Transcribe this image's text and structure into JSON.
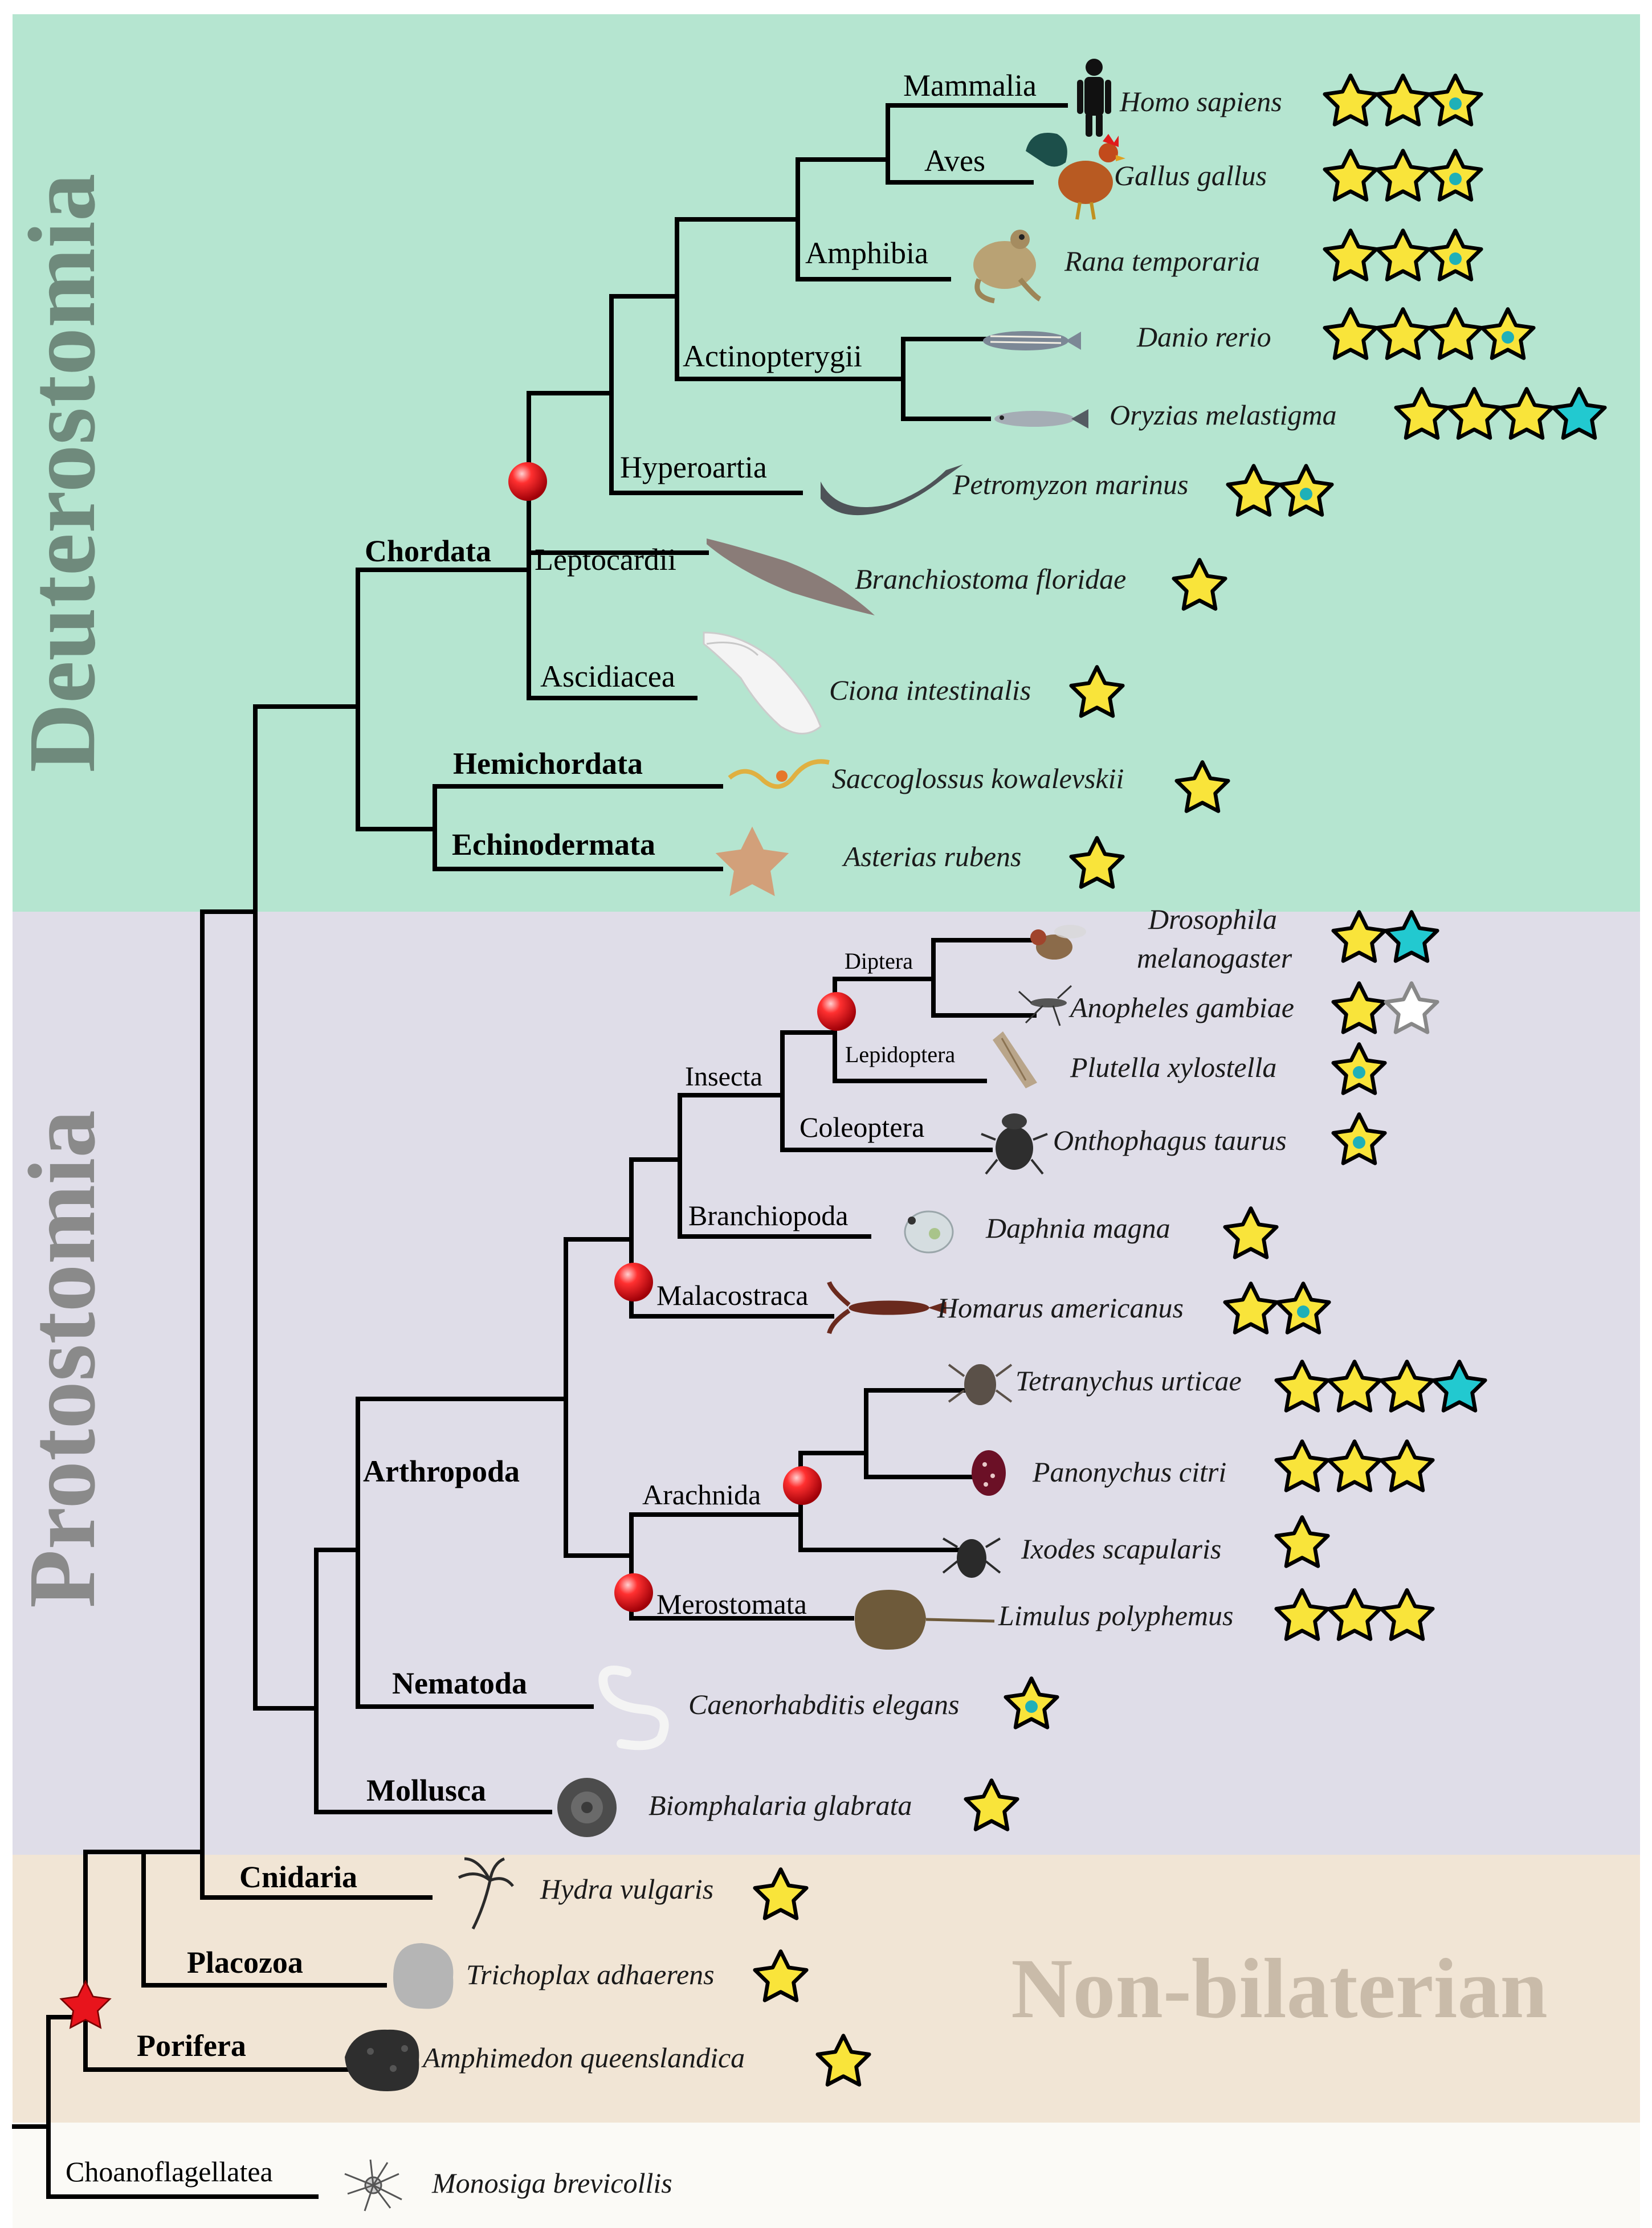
{
  "sections": {
    "deuterostomia": {
      "label": "Deuterostomia",
      "bg": "#b5e5d0",
      "text_color": "#6f8a7c"
    },
    "protostomia": {
      "label": "Protostomia",
      "bg": "#dfdde8",
      "text_color": "#8a8a8a"
    },
    "nonbilaterian": {
      "label": "Non-bilaterian",
      "bg": "#f1e5d5",
      "text_color": "#c9bba9"
    },
    "outgroup": {
      "bg": "#fbfaf6"
    }
  },
  "colors": {
    "branch": "#000000",
    "star_yellow": "#f9e43a",
    "star_cyan": "#22c9d0",
    "star_dot": "#1fb0b8",
    "star_outline": "#888888",
    "node_red": "#e8141c",
    "root_star": "#e8141c"
  },
  "clades": {
    "mammalia": "Mammalia",
    "aves": "Aves",
    "amphibia": "Amphibia",
    "actinopterygii": "Actinopterygii",
    "hyperoartia": "Hyperoartia",
    "chordata": "Chordata",
    "leptocardii": "Leptocardii",
    "ascidiacea": "Ascidiacea",
    "hemichordata": "Hemichordata",
    "echinodermata": "Echinodermata",
    "diptera": "Diptera",
    "lepidoptera": "Lepidoptera",
    "insecta": "Insecta",
    "coleoptera": "Coleoptera",
    "branchiopoda": "Branchiopoda",
    "malacostraca": "Malacostraca",
    "arthropoda": "Arthropoda",
    "arachnida": "Arachnida",
    "merostomata": "Merostomata",
    "nematoda": "Nematoda",
    "mollusca": "Mollusca",
    "cnidaria": "Cnidaria",
    "placozoa": "Placozoa",
    "porifera": "Porifera",
    "choanoflagellatea": "Choanoflagellatea"
  },
  "species": [
    {
      "name": "Homo sapiens",
      "icon": "human-silhouette-icon",
      "stars": [
        "y",
        "y",
        "d"
      ]
    },
    {
      "name": "Gallus gallus",
      "icon": "rooster-icon",
      "stars": [
        "y",
        "y",
        "d"
      ]
    },
    {
      "name": "Rana temporaria",
      "icon": "frog-icon",
      "stars": [
        "y",
        "y",
        "d"
      ]
    },
    {
      "name": "Danio rerio",
      "icon": "zebrafish-icon",
      "stars": [
        "y",
        "y",
        "y",
        "d"
      ]
    },
    {
      "name": "Oryzias melastigma",
      "icon": "medaka-icon",
      "stars": [
        "y",
        "y",
        "y",
        "c"
      ]
    },
    {
      "name": "Petromyzon marinus",
      "icon": "lamprey-icon",
      "stars": [
        "y",
        "d"
      ]
    },
    {
      "name": "Branchiostoma floridae",
      "icon": "lancelet-icon",
      "stars": [
        "y"
      ]
    },
    {
      "name": "Ciona intestinalis",
      "icon": "sea-squirt-icon",
      "stars": [
        "y"
      ]
    },
    {
      "name": "Saccoglossus kowalevskii",
      "icon": "acorn-worm-icon",
      "stars": [
        "y"
      ]
    },
    {
      "name": "Asterias rubens",
      "icon": "starfish-icon",
      "stars": [
        "y"
      ]
    },
    {
      "name_line1": "Drosophila",
      "name_line2": "melanogaster",
      "icon": "fruit-fly-icon",
      "stars": [
        "y",
        "c"
      ]
    },
    {
      "name": "Anopheles gambiae",
      "icon": "mosquito-icon",
      "stars": [
        "y",
        "o"
      ]
    },
    {
      "name": "Plutella xylostella",
      "icon": "moth-icon",
      "stars": [
        "d"
      ]
    },
    {
      "name": "Onthophagus taurus",
      "icon": "dung-beetle-icon",
      "stars": [
        "d"
      ]
    },
    {
      "name": "Daphnia magna",
      "icon": "water-flea-icon",
      "stars": [
        "y"
      ]
    },
    {
      "name": "Homarus americanus",
      "icon": "lobster-icon",
      "stars": [
        "y",
        "d"
      ]
    },
    {
      "name": "Tetranychus urticae",
      "icon": "spider-mite-icon",
      "stars": [
        "y",
        "y",
        "y",
        "c"
      ]
    },
    {
      "name": "Panonychus citri",
      "icon": "citrus-mite-icon",
      "stars": [
        "y",
        "y",
        "y"
      ]
    },
    {
      "name": "Ixodes scapularis",
      "icon": "tick-icon",
      "stars": [
        "y"
      ]
    },
    {
      "name": "Limulus polyphemus",
      "icon": "horseshoe-crab-icon",
      "stars": [
        "y",
        "y",
        "y"
      ]
    },
    {
      "name": "Caenorhabditis elegans",
      "icon": "nematode-icon",
      "stars": [
        "d"
      ]
    },
    {
      "name": "Biomphalaria glabrata",
      "icon": "snail-icon",
      "stars": [
        "y"
      ]
    },
    {
      "name": "Hydra vulgaris",
      "icon": "hydra-icon",
      "stars": [
        "y"
      ]
    },
    {
      "name": "Trichoplax adhaerens",
      "icon": "trichoplax-icon",
      "stars": [
        "y"
      ]
    },
    {
      "name": "Amphimedon queenslandica",
      "icon": "sponge-icon",
      "stars": [
        "y"
      ]
    },
    {
      "name": "Monosiga brevicollis",
      "icon": "choanoflagellate-icon",
      "stars": []
    }
  ]
}
